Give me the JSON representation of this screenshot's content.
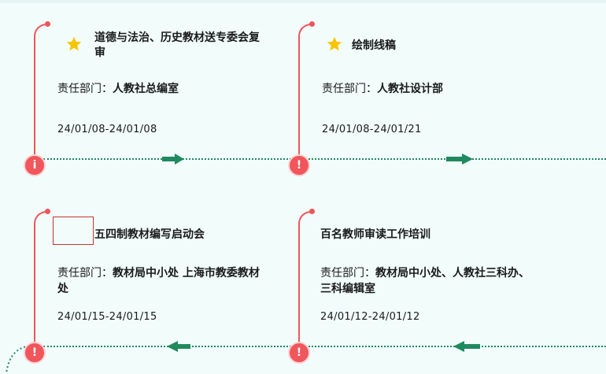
{
  "timeline": {
    "cards": [
      {
        "title": "道德与法治、历史教材送专委会复审",
        "dept_label": "责任部门：",
        "dept_value": "人教社总编室",
        "date": "24/01/08-24/01/08",
        "badge": "i",
        "starred": true
      },
      {
        "title": "绘制线稿",
        "dept_label": "责任部门：",
        "dept_value": "人教社设计部",
        "date": "24/01/08-24/01/21",
        "badge": "!",
        "starred": true
      },
      {
        "title": "五四制教材编写启动会",
        "dept_label": "责任部门：",
        "dept_value": "教材局中小处 上海市教委教材处",
        "date": "24/01/15-24/01/15",
        "badge": "!",
        "starred": false
      },
      {
        "title": "百名教师审读工作培训",
        "dept_label": "责任部门：",
        "dept_value": "教材局中小处、人教社三科办、三科编辑室",
        "date": "24/01/12-24/01/12",
        "badge": "!",
        "starred": false
      }
    ]
  },
  "colors": {
    "accent_red": "#f0565b",
    "line_green": "#1f8a5f",
    "star_yellow": "#f7c500",
    "background": "#f1fcfb"
  },
  "icons": {
    "star": "star-icon",
    "info": "info-icon",
    "alert": "alert-icon",
    "arrow_right": "arrow-right-icon",
    "arrow_left": "arrow-left-icon"
  }
}
